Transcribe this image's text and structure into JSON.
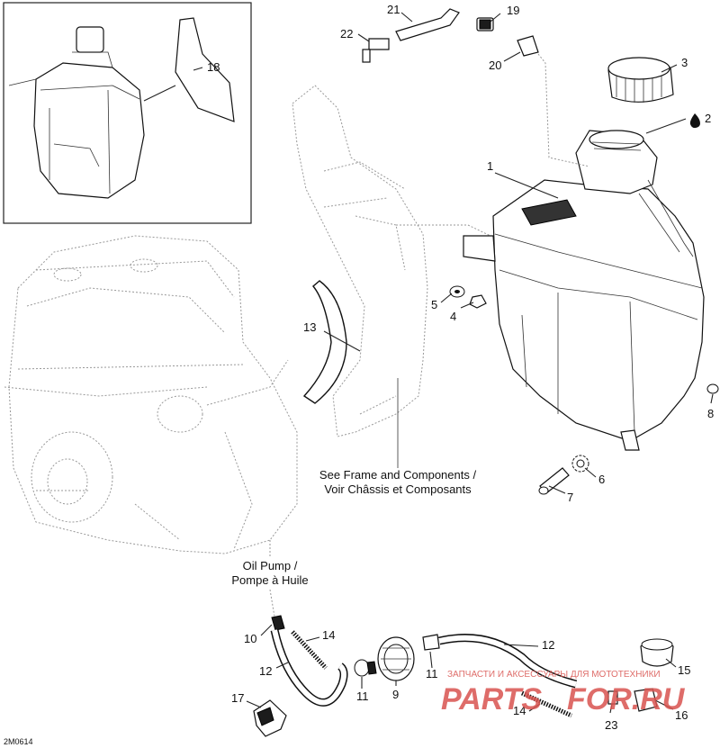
{
  "document_code": "2M0614",
  "callouts": {
    "c1": "1",
    "c2": "2",
    "c3": "3",
    "c4": "4",
    "c5": "5",
    "c6": "6",
    "c7": "7",
    "c8": "8",
    "c9": "9",
    "c10": "10",
    "c11a": "11",
    "c11b": "11",
    "c12a": "12",
    "c12b": "12",
    "c13": "13",
    "c14a": "14",
    "c14b": "14",
    "c15": "15",
    "c16": "16",
    "c17": "17",
    "c18": "18",
    "c19": "19",
    "c20": "20",
    "c21": "21",
    "c22": "22",
    "c23": "23"
  },
  "notes": {
    "frame_line1": "See Frame and Components /",
    "frame_line2": "Voir Châssis et Composants",
    "oil_pump_line1": "Oil Pump /",
    "oil_pump_line2": "Pompe à Huile"
  },
  "watermark": {
    "tagline": "ЗАПЧАСТИ И АКСЕССУАРЫ ДЛЯ МОТОТЕХНИКИ",
    "brand_left": "PARTS",
    "brand_right": "FOR.RU",
    "color": "#d9534f"
  }
}
